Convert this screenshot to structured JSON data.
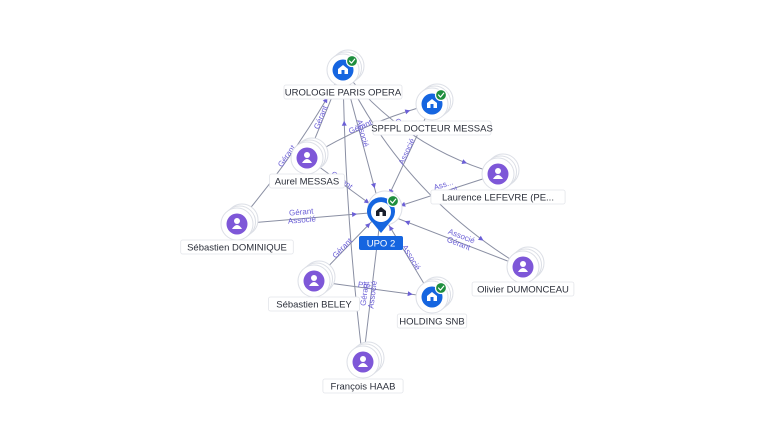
{
  "center": {
    "id": "upo2",
    "label": "UPO 2",
    "type": "company",
    "verified": true
  },
  "nodes": [
    {
      "id": "urologie",
      "label": "UROLOGIE PARIS OPERA",
      "type": "company",
      "verified": true
    },
    {
      "id": "spfpl",
      "label": "SPFPL DOCTEUR MESSAS",
      "type": "company",
      "verified": true
    },
    {
      "id": "aurel",
      "label": "Aurel MESSAS",
      "type": "person",
      "verified": false
    },
    {
      "id": "laurence",
      "label": "Laurence LEFEVRE (PE...",
      "type": "person",
      "verified": false
    },
    {
      "id": "sebdom",
      "label": "Sébastien DOMINIQUE",
      "type": "person",
      "verified": false
    },
    {
      "id": "olivier",
      "label": "Olivier DUMONCEAU",
      "type": "person",
      "verified": false
    },
    {
      "id": "sebbeley",
      "label": "Sébastien BELEY",
      "type": "person",
      "verified": false
    },
    {
      "id": "holding",
      "label": "HOLDING SNB",
      "type": "company",
      "verified": true
    },
    {
      "id": "francois",
      "label": "François HAAB",
      "type": "person",
      "verified": false
    }
  ],
  "edges": [
    {
      "from": "urologie",
      "to": "upo2",
      "labels": [
        "Associé"
      ]
    },
    {
      "from": "spfpl",
      "to": "upo2",
      "labels": [
        "Associé"
      ]
    },
    {
      "from": "aurel",
      "to": "upo2",
      "labels": [
        "Gérant"
      ]
    },
    {
      "from": "laurence",
      "to": "upo2",
      "labels": [
        "Gérant",
        "Ass..."
      ]
    },
    {
      "from": "sebdom",
      "to": "upo2",
      "labels": [
        "Gérant",
        "Associé"
      ]
    },
    {
      "from": "olivier",
      "to": "upo2",
      "labels": [
        "Gérant",
        "Associé"
      ]
    },
    {
      "from": "sebbeley",
      "to": "upo2",
      "labels": [
        "Gérant"
      ]
    },
    {
      "from": "holding",
      "to": "upo2",
      "labels": [
        "Associé"
      ]
    },
    {
      "from": "francois",
      "to": "upo2",
      "labels": [
        "Gérant",
        "Associé"
      ]
    },
    {
      "from": "aurel",
      "to": "urologie",
      "labels": [
        "Gérant"
      ]
    },
    {
      "from": "sebdom",
      "to": "urologie",
      "labels": [
        "Gérant"
      ]
    },
    {
      "from": "aurel",
      "to": "spfpl",
      "labels": [
        "Gérant"
      ]
    },
    {
      "from": "urologie",
      "to": "laurence",
      "labels": [
        "Gérant"
      ]
    },
    {
      "from": "urologie",
      "to": "olivier",
      "labels": []
    },
    {
      "from": "sebbeley",
      "to": "holding",
      "labels": [
        "Pré..."
      ]
    },
    {
      "from": "francois",
      "to": "urologie",
      "labels": []
    }
  ]
}
